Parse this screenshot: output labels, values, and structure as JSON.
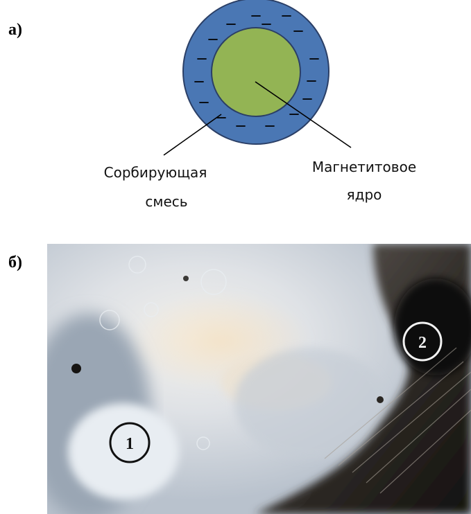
{
  "panels": {
    "a_label": "а)",
    "b_label": "б)"
  },
  "diagram": {
    "label_left_line1": "Сорбирующая",
    "label_left_line2": "смесь",
    "label_right_line1": "Магнетитовое",
    "label_right_line2": "ядро",
    "colors": {
      "shell": "#4a77b4",
      "core": "#93b454",
      "outline": "#2b3f66"
    }
  },
  "photo": {
    "marker_1": "1",
    "marker_2": "2"
  }
}
